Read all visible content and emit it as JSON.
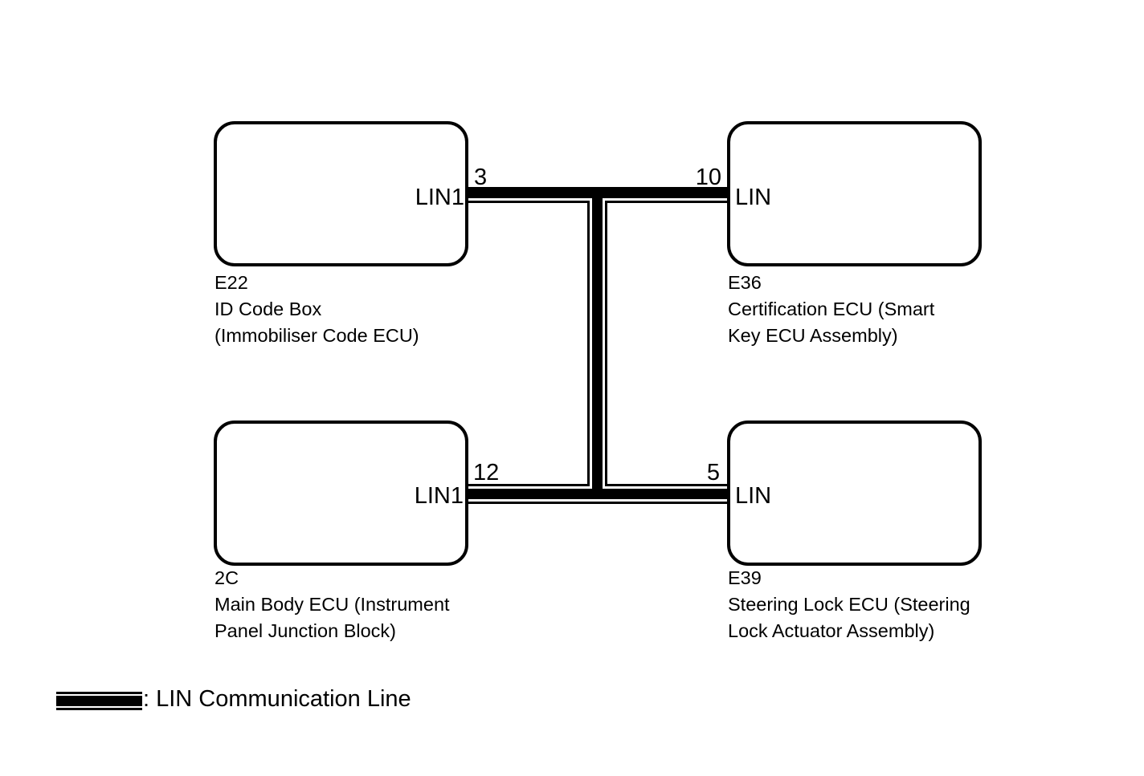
{
  "nodes": [
    {
      "code": "E22",
      "name_lines": [
        "ID Code Box",
        "(Immobiliser Code ECU)"
      ],
      "port": "LIN1",
      "pin": "3"
    },
    {
      "code": "E36",
      "name_lines": [
        "Certification ECU (Smart",
        "Key ECU Assembly)"
      ],
      "port": "LIN",
      "pin": "10"
    },
    {
      "code": "2C",
      "name_lines": [
        "Main Body ECU (Instrument",
        "Panel Junction Block)"
      ],
      "port": "LIN1",
      "pin": "12"
    },
    {
      "code": "E39",
      "name_lines": [
        "Steering Lock ECU (Steering",
        "Lock Actuator Assembly)"
      ],
      "port": "LIN",
      "pin": "5"
    }
  ],
  "legend": {
    "label": ": LIN Communication Line"
  },
  "colors": {
    "ink": "#000000",
    "paper": "#ffffff"
  }
}
